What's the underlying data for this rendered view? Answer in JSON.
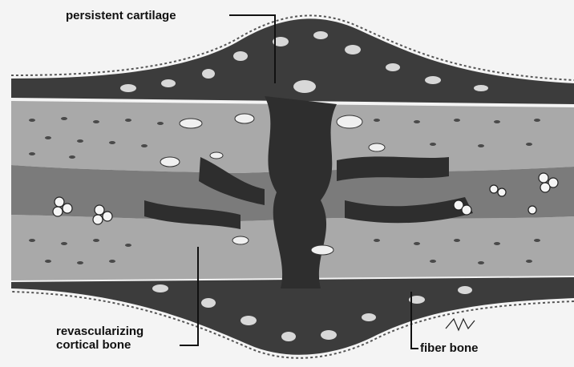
{
  "labels": {
    "persistent_cartilage": "persistent cartilage",
    "revascularizing_line1": "revascularizing",
    "revascularizing_line2": "cortical bone",
    "fiber_bone": "fiber bone"
  }
}
